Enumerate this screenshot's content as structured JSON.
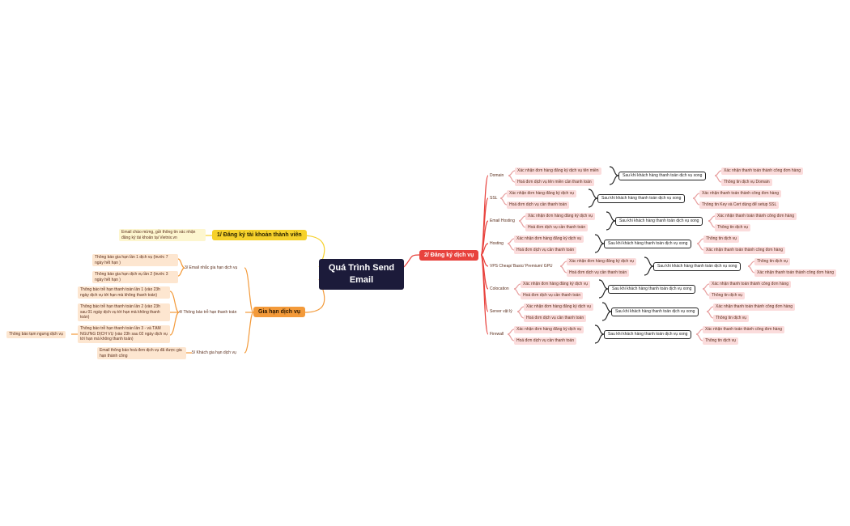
{
  "root": {
    "title": "Quá Trình Send Email"
  },
  "left": {
    "register_member": {
      "label": "1/ Đăng ký tài khoản thành viên",
      "child": "Email chào mừng, gửi thông tin xác nhận đăng ký tài khoản tại Vietnix.vn"
    },
    "renew": {
      "label": "Gia hạn dịch vụ",
      "reminder": {
        "label": "3/ Email nhắc gia hạn dịch vụ",
        "items": [
          "Thông báo gia hạn lần 1 dịch vụ (trước 7 ngày hết hạn )",
          "Thông báo gia hạn dịch vụ lần 2 (trước 3 ngày hết hạn )"
        ]
      },
      "late": {
        "label": "4/ Thông báo trễ hạn thanh toán",
        "items": [
          "Thông báo trễ hạn thanh toán lần 1 (vào 23h ngày dịch vụ tới hạn mà không thanh toán)",
          "Thông báo trễ hạn thanh toán lần 2 (vào 23h sau 01 ngày dịch vụ tới hạn mà không thanh toán)",
          "Thông báo trễ hạn thanh toán lần 3 - và TẠM NGƯNG DỊCH VỤ (vào 23h sau 02 ngày dịch vụ tới hạn mà không thanh toán)"
        ],
        "suspend": "Thông báo tạm ngưng dịch vụ"
      },
      "renewed": {
        "label": "5/ Khách gia hạn dịch vụ",
        "items": [
          "Email thông báo hoá đơn dịch vụ đã được gia hạn thành công"
        ]
      }
    }
  },
  "right": {
    "register_service": {
      "label": "2/ Đăng ký dịch vụ",
      "services": [
        {
          "name": "Domain",
          "a": "Xác nhận đơn hàng đăng ký dịch vụ tên miền",
          "b": "Hoá đơn dịch vụ tên miền cần thanh toán",
          "after": "Sau khi khách hàng thanh toán dịch vụ xong",
          "r1": "Xác nhận thanh toán thành công đơn hàng",
          "r2": "Thông tin dịch vụ Domain"
        },
        {
          "name": "SSL",
          "a": "Xác nhận đơn hàng đăng ký dịch vụ",
          "b": "Hoá đơn dịch vụ cần thanh toán",
          "after": "Sau khi khách hàng thanh toán dịch vụ xong",
          "r1": "Xác nhận thanh toán thành công đơn hàng",
          "r2": "Thông tin Key và Cert dùng để setup SSL"
        },
        {
          "name": "Email Hosting",
          "a": "Xác nhận đơn hàng đăng ký dịch vụ",
          "b": "Hoá đơn dịch vụ cần thanh toán",
          "after": "Sau khi khách hàng thanh toán dịch vụ xong",
          "r1": "Xác nhận thanh toán thành công đơn hàng",
          "r2": "Thông tin dịch vụ"
        },
        {
          "name": "Hosting",
          "a": "Xác nhận đơn hàng đăng ký dịch vụ",
          "b": "Hoá đơn dịch vụ cần thanh toán",
          "after": "Sau khi khách hàng thanh toán dịch vụ xong",
          "r1": "Thông tin dịch vụ",
          "r2": "Xác nhận thanh toán thành công đơn hàng"
        },
        {
          "name": "VPS Cheap/ Basic/ Premium/ GPU",
          "a": "Xác nhận đơn hàng đăng ký dịch vụ",
          "b": "Hoá đơn dịch vụ cần thanh toán",
          "after": "Sau khi khách hàng thanh toán dịch vụ xong",
          "r1": "Thông tin dịch vụ",
          "r2": "Xác nhận thanh toán thành công đơn hàng"
        },
        {
          "name": "Colocation",
          "a": "Xác nhận đơn hàng đăng ký dịch vụ",
          "b": "Hoá đơn dịch vụ cần thanh toán",
          "after": "Sau khi khách hàng thanh toán dịch vụ xong",
          "r1": "Xác nhận thanh toán thành công đơn hàng",
          "r2": "Thông tin dịch vụ"
        },
        {
          "name": "Server vật lý",
          "a": "Xác nhận đơn hàng đăng ký dịch vụ",
          "b": "Hoá đơn dịch vụ cần thanh toán",
          "after": "Sau khi khách hàng thanh toán dịch vụ xong",
          "r1": "Xác nhận thanh toán thành công đơn hàng",
          "r2": "Thông tin dịch vụ"
        },
        {
          "name": "Firewall",
          "a": "Xác nhận đơn hàng đăng ký dịch vụ",
          "b": "Hoá đơn dịch vụ cần thanh toán",
          "after": "Sau khi khách hàng thanh toán dịch vụ xong",
          "r1": "Xác nhận thanh toán thành công đơn hàng",
          "r2": "Thông tin dịch vụ"
        }
      ]
    }
  },
  "colors": {
    "root": "#1c1b3a",
    "yellow": "#f6d12b",
    "orange": "#f39a3a",
    "red": "#e8423d"
  }
}
